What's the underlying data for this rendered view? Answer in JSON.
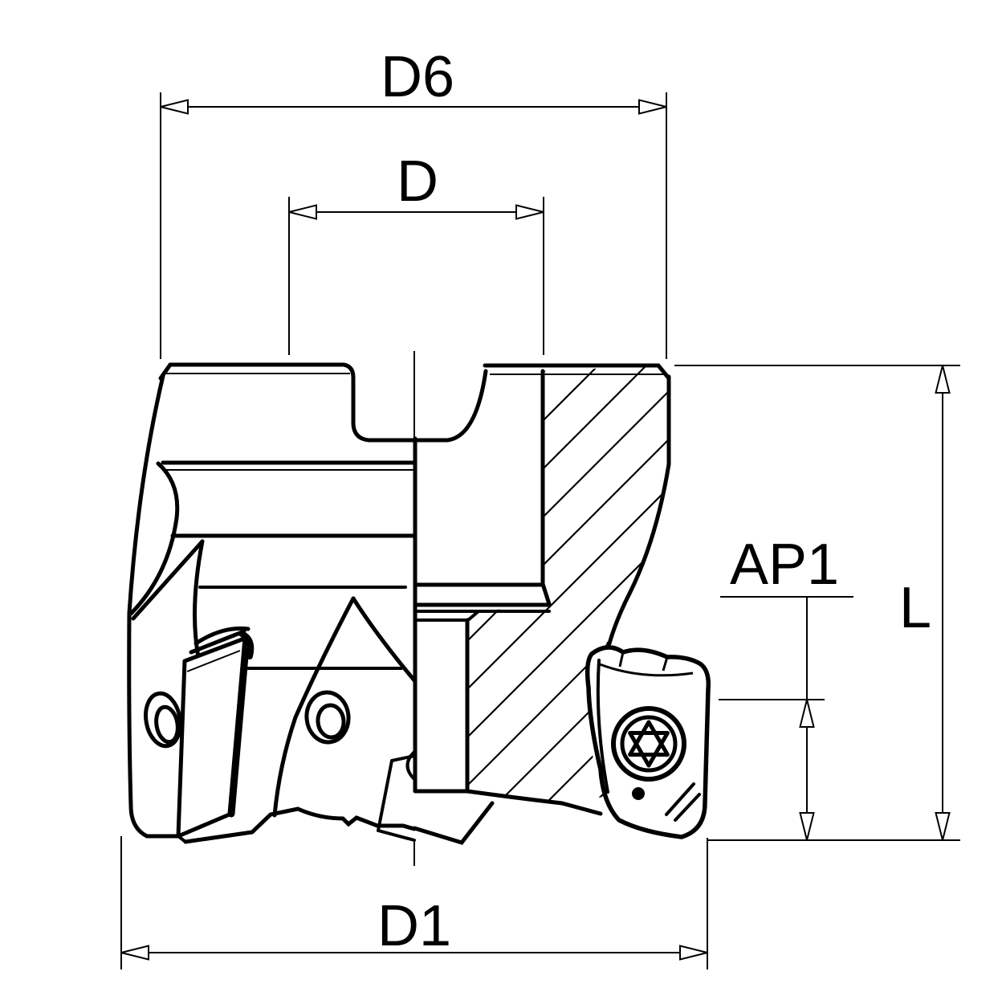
{
  "drawing": {
    "type": "engineering-dimension-drawing",
    "subject": "indexable face milling cutter, half-section side view",
    "background_color": "#ffffff",
    "line_color": "#000000",
    "view": "front view, right half sectioned with 45-degree hatching"
  },
  "dimension_labels": {
    "outer_diameter": "D6",
    "bore_diameter": "D",
    "max_depth_of_cut": "AP1",
    "overall_height": "L",
    "cutting_diameter": "D1"
  },
  "features": {
    "inserts": "two indexable inserts visible at bottom, right one with torx screw",
    "coolant_holes": 2,
    "screw_drive": "torx-star"
  }
}
